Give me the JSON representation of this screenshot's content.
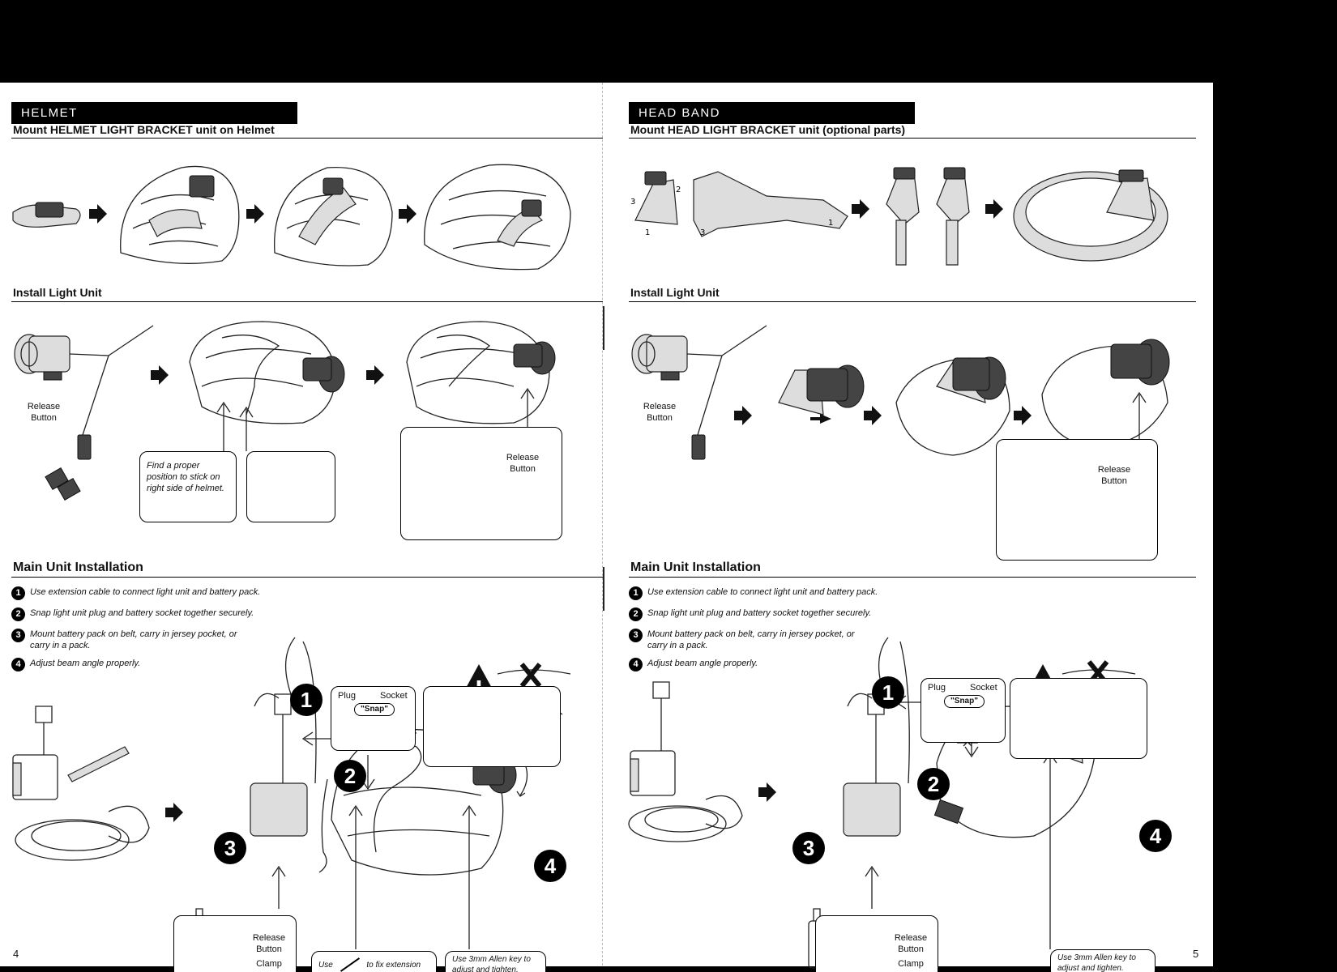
{
  "left_page": {
    "band_label": "HELMET",
    "mount_title": "Mount HELMET LIGHT BRACKET unit on Helmet",
    "install_title": "Install Light Unit",
    "release_button_label": "Release Button",
    "sticker_note": "Find a proper position to stick on right side of helmet.",
    "release_button_inset_label": "Release Button",
    "main_title": "Main Unit Installation",
    "steps": [
      {
        "num": "1",
        "text": "Use extension cable to connect light unit and battery pack."
      },
      {
        "num": "2",
        "text": "Snap light unit plug and battery socket together securely."
      },
      {
        "num": "3",
        "text": "Mount battery pack on belt, carry in jersey pocket, or carry in a pack."
      },
      {
        "num": "4",
        "text": "Adjust beam angle properly."
      }
    ],
    "plug_label": "Plug",
    "socket_label": "Socket",
    "snap_label": "\"Snap\"",
    "battery_release_label": "Release Button",
    "clamp_label": "Clamp",
    "velcro_note_use": "Use",
    "velcro_note_rest": "to fix extension cable.",
    "allen_note": "Use 3mm Allen key to adjust and tighten.",
    "page_number": "4"
  },
  "right_page": {
    "band_label": "HEAD BAND",
    "mount_title": "Mount HEAD LIGHT BRACKET unit (optional parts)",
    "install_title": "Install Light Unit",
    "release_button_label": "Release Button",
    "release_button_inset_label": "Release Button",
    "main_title": "Main Unit Installation",
    "steps": [
      {
        "num": "1",
        "text": "Use extension cable to connect light unit and battery pack."
      },
      {
        "num": "2",
        "text": "Snap light unit plug and battery socket together securely."
      },
      {
        "num": "3",
        "text": "Mount battery pack on belt, carry in jersey pocket, or carry in a pack."
      },
      {
        "num": "4",
        "text": "Adjust beam angle properly."
      }
    ],
    "plug_label": "Plug",
    "socket_label": "Socket",
    "snap_label": "\"Snap\"",
    "battery_release_label": "Release Button",
    "clamp_label": "Clamp",
    "allen_note": "Use 3mm Allen key to adjust and tighten.",
    "page_number": "5"
  },
  "callout_numbers": [
    "1",
    "2",
    "3",
    "4"
  ],
  "strap_numbers": [
    "1",
    "2",
    "3"
  ],
  "icons": {
    "arrow": "right-arrow-icon",
    "warning": "warning-triangle-icon",
    "no": "x-mark-icon"
  }
}
